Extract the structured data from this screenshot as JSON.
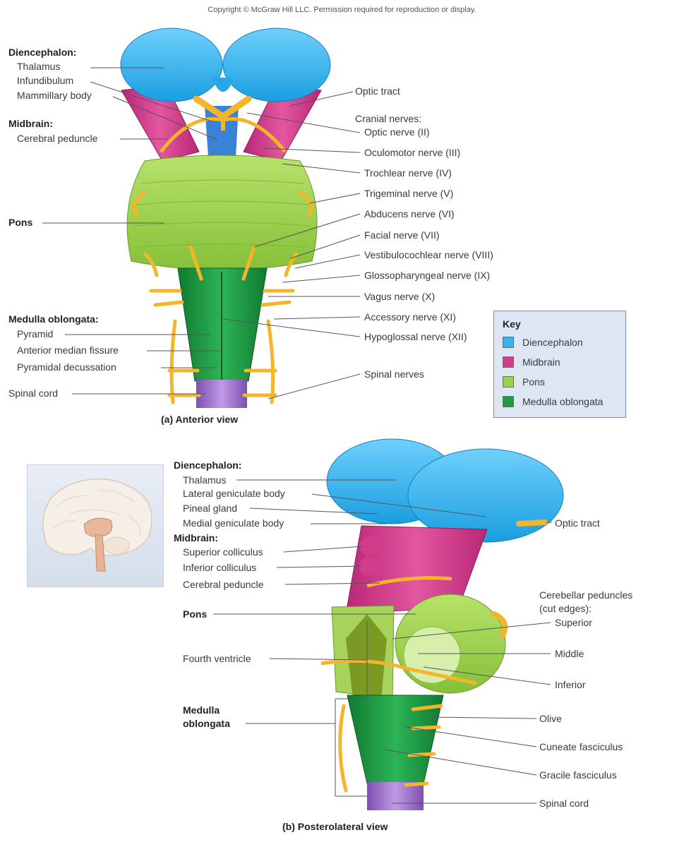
{
  "copyright": "Copyright © McGraw Hill LLC. Permission required for reproduction or display.",
  "colors": {
    "diencephalon": "#38b4ee",
    "midbrain": "#d63a8c",
    "pons": "#9dd14c",
    "medulla": "#1e9c44",
    "nerve": "#f4b52a",
    "spinal": "#9b6fc7"
  },
  "anterior": {
    "caption": "(a) Anterior view",
    "left": {
      "diencephalon_heading": "Diencephalon:",
      "thalamus": "Thalamus",
      "infundibulum": "Infundibulum",
      "mammillary_body": "Mammillary body",
      "midbrain_heading": "Midbrain:",
      "cerebral_peduncle": "Cerebral peduncle",
      "pons": "Pons",
      "medulla_heading": "Medulla oblongata:",
      "pyramid": "Pyramid",
      "anterior_median_fissure": "Anterior median fissure",
      "pyramidal_decussation": "Pyramidal decussation",
      "spinal_cord": "Spinal cord"
    },
    "right": {
      "optic_tract": "Optic tract",
      "cranial_nerves": "Cranial nerves:",
      "optic_nerve": "Optic nerve (II)",
      "oculomotor": "Oculomotor nerve (III)",
      "trochlear": "Trochlear nerve (IV)",
      "trigeminal": "Trigeminal nerve (V)",
      "abducens": "Abducens nerve (VI)",
      "facial": "Facial nerve (VII)",
      "vestibulocochlear": "Vestibulocochlear nerve (VIII)",
      "glossopharyngeal": "Glossopharyngeal nerve (IX)",
      "vagus": "Vagus nerve (X)",
      "accessory": "Accessory nerve (XI)",
      "hypoglossal": "Hypoglossal nerve (XII)",
      "spinal_nerves": "Spinal nerves"
    }
  },
  "key": {
    "title": "Key",
    "items": [
      {
        "label": "Diencephalon",
        "color": "#38b4ee"
      },
      {
        "label": "Midbrain",
        "color": "#d63a8c"
      },
      {
        "label": "Pons",
        "color": "#9dd14c"
      },
      {
        "label": "Medulla oblongata",
        "color": "#1e9c44"
      }
    ]
  },
  "posterior": {
    "caption": "(b) Posterolateral view",
    "left": {
      "diencephalon_heading": "Diencephalon:",
      "thalamus": "Thalamus",
      "lateral_geniculate": "Lateral geniculate body",
      "pineal_gland": "Pineal gland",
      "medial_geniculate": "Medial geniculate body",
      "midbrain_heading": "Midbrain:",
      "superior_colliculus": "Superior colliculus",
      "inferior_colliculus": "Inferior colliculus",
      "cerebral_peduncle": "Cerebral peduncle",
      "pons": "Pons",
      "fourth_ventricle": "Fourth ventricle",
      "medulla_line1": "Medulla",
      "medulla_line2": "oblongata"
    },
    "right": {
      "optic_tract": "Optic tract",
      "cerebellar_peduncles_line1": "Cerebellar peduncles",
      "cerebellar_peduncles_line2": "(cut edges):",
      "superior": "Superior",
      "middle": "Middle",
      "inferior": "Inferior",
      "olive": "Olive",
      "cuneate": "Cuneate fasciculus",
      "gracile": "Gracile fasciculus",
      "spinal_cord": "Spinal cord"
    }
  }
}
